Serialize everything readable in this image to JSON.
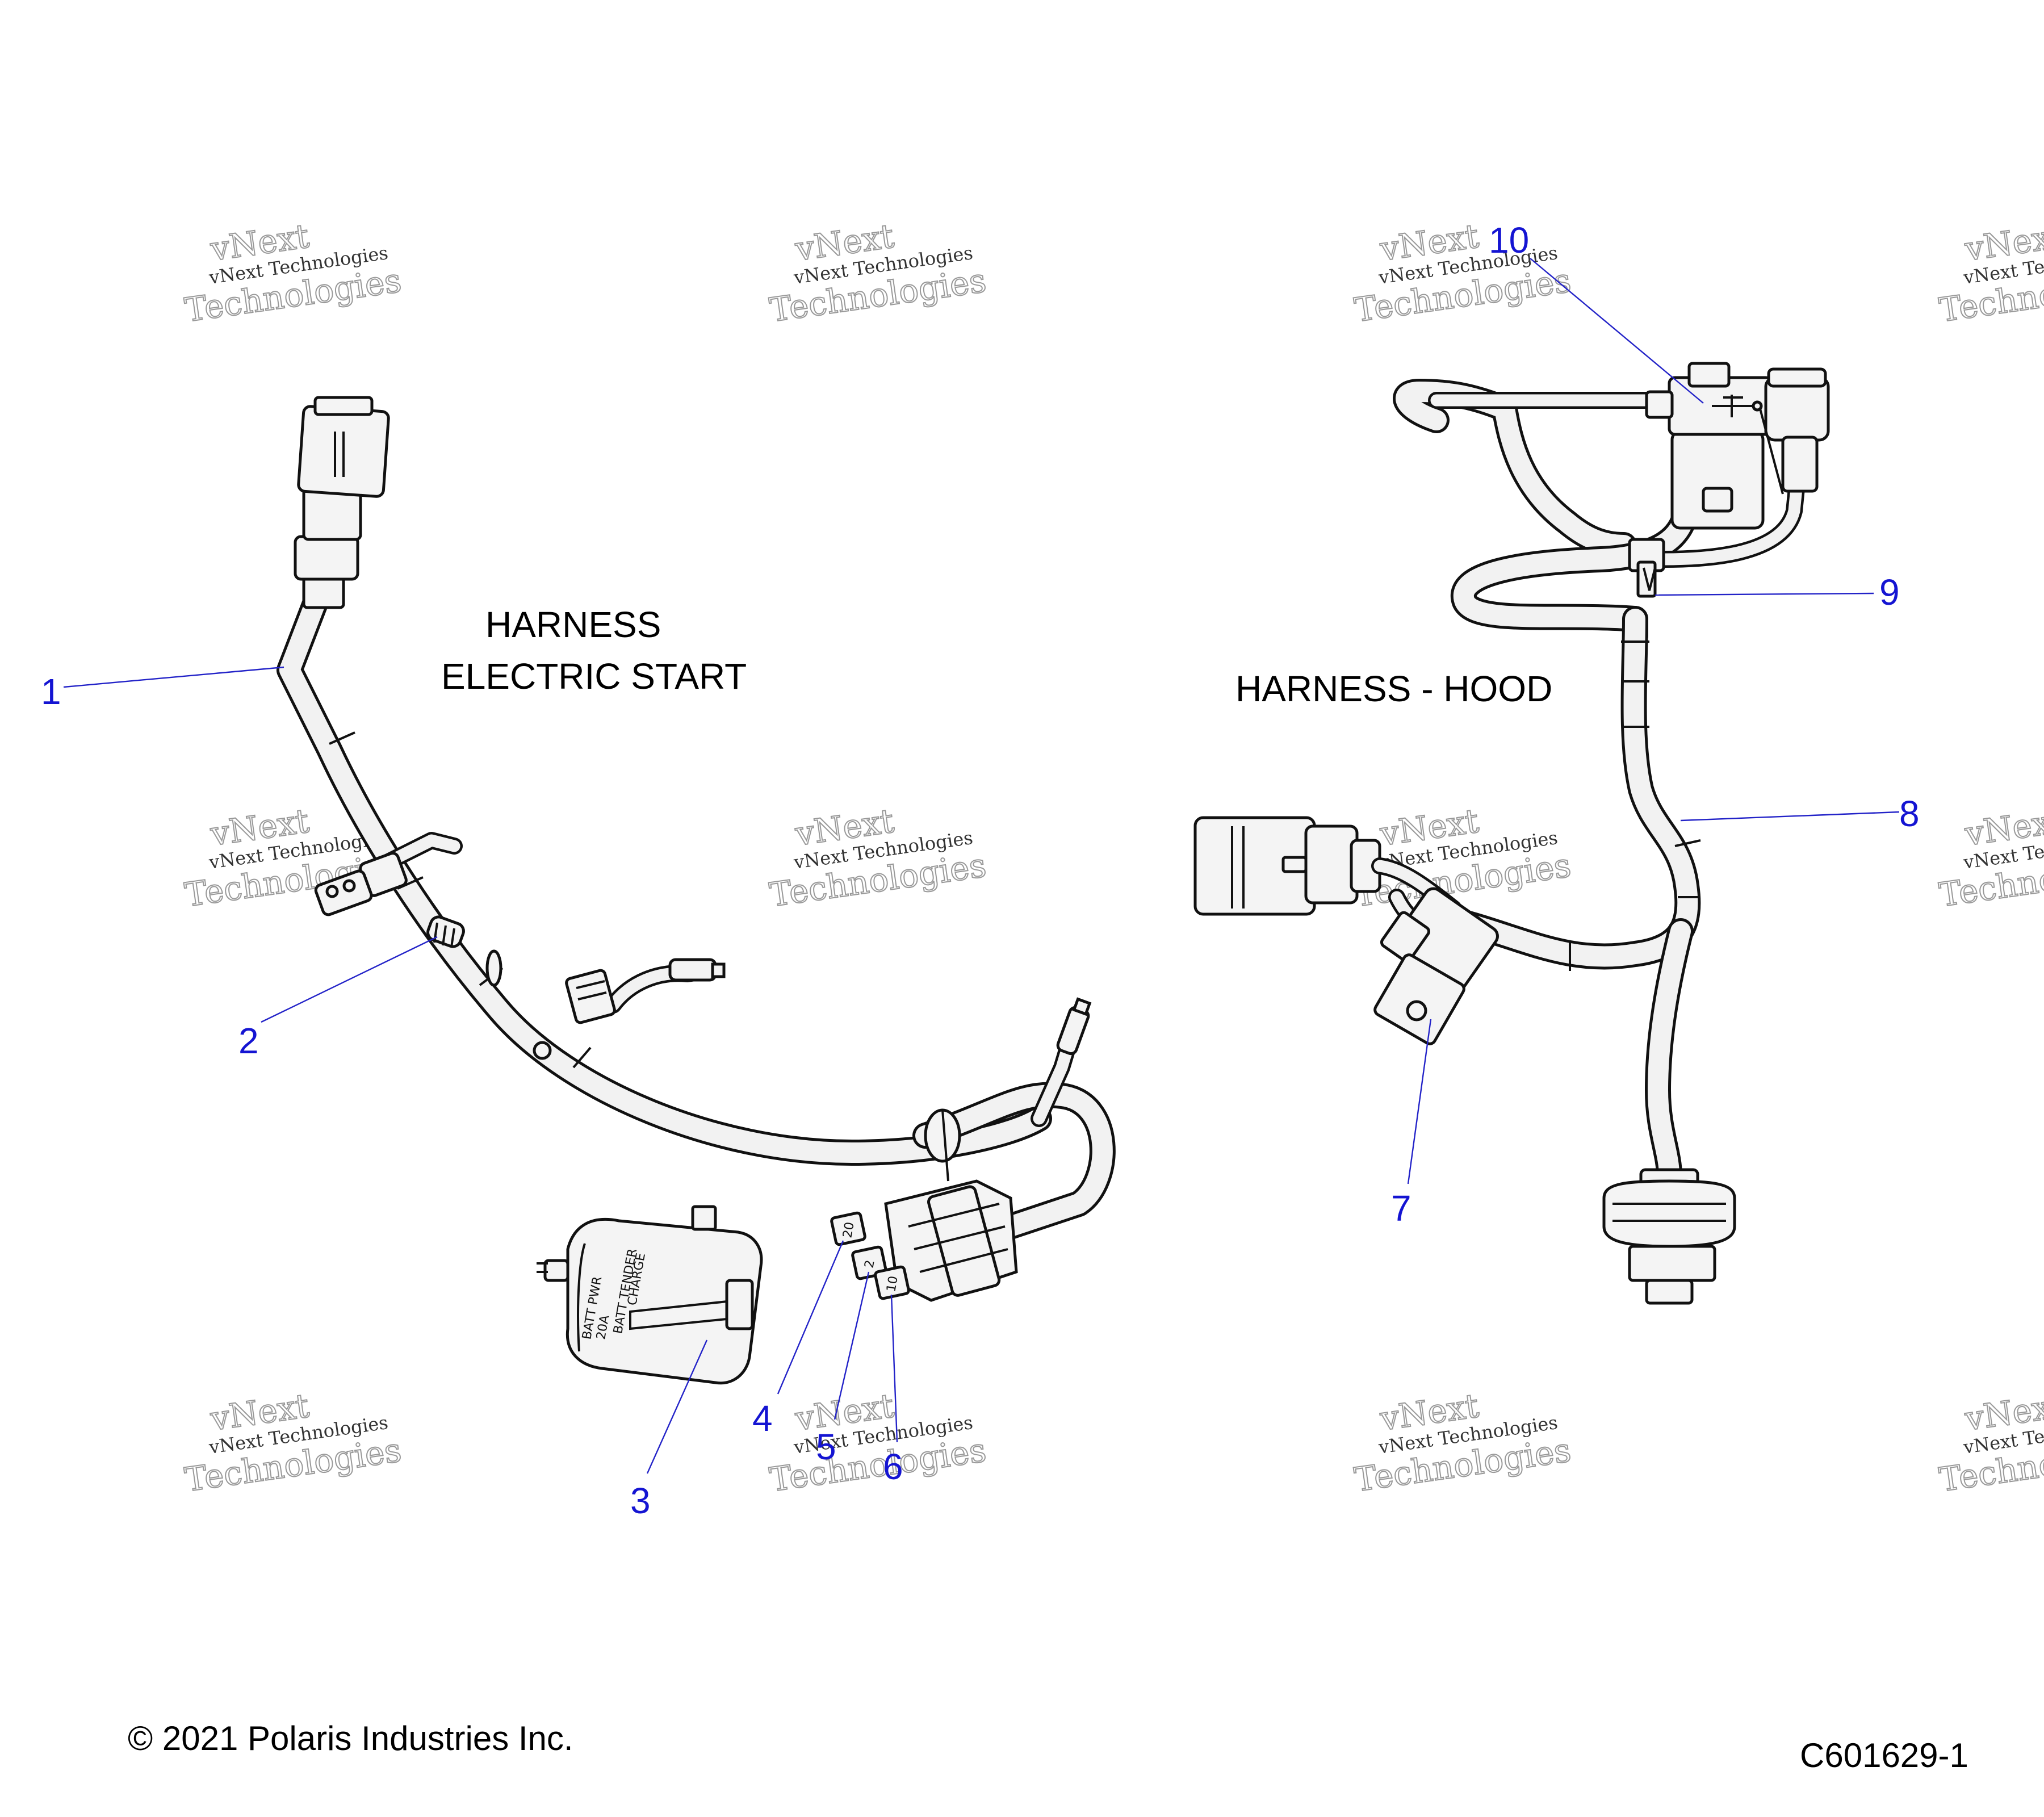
{
  "titles": {
    "left_line1": "HARNESS",
    "left_line2": "ELECTRIC START",
    "right": "HARNESS - HOOD"
  },
  "callouts": [
    "1",
    "2",
    "3",
    "4",
    "5",
    "6",
    "7",
    "8",
    "9",
    "10"
  ],
  "fuse_labels": [
    "20",
    "2",
    "10"
  ],
  "watermark": {
    "line1": "vNext Technologies",
    "line2": "Technologies",
    "line3": "vNext"
  },
  "footer": {
    "copyright": "© 2021 Polaris Industries Inc.",
    "diagram_id": "C601629-1"
  }
}
